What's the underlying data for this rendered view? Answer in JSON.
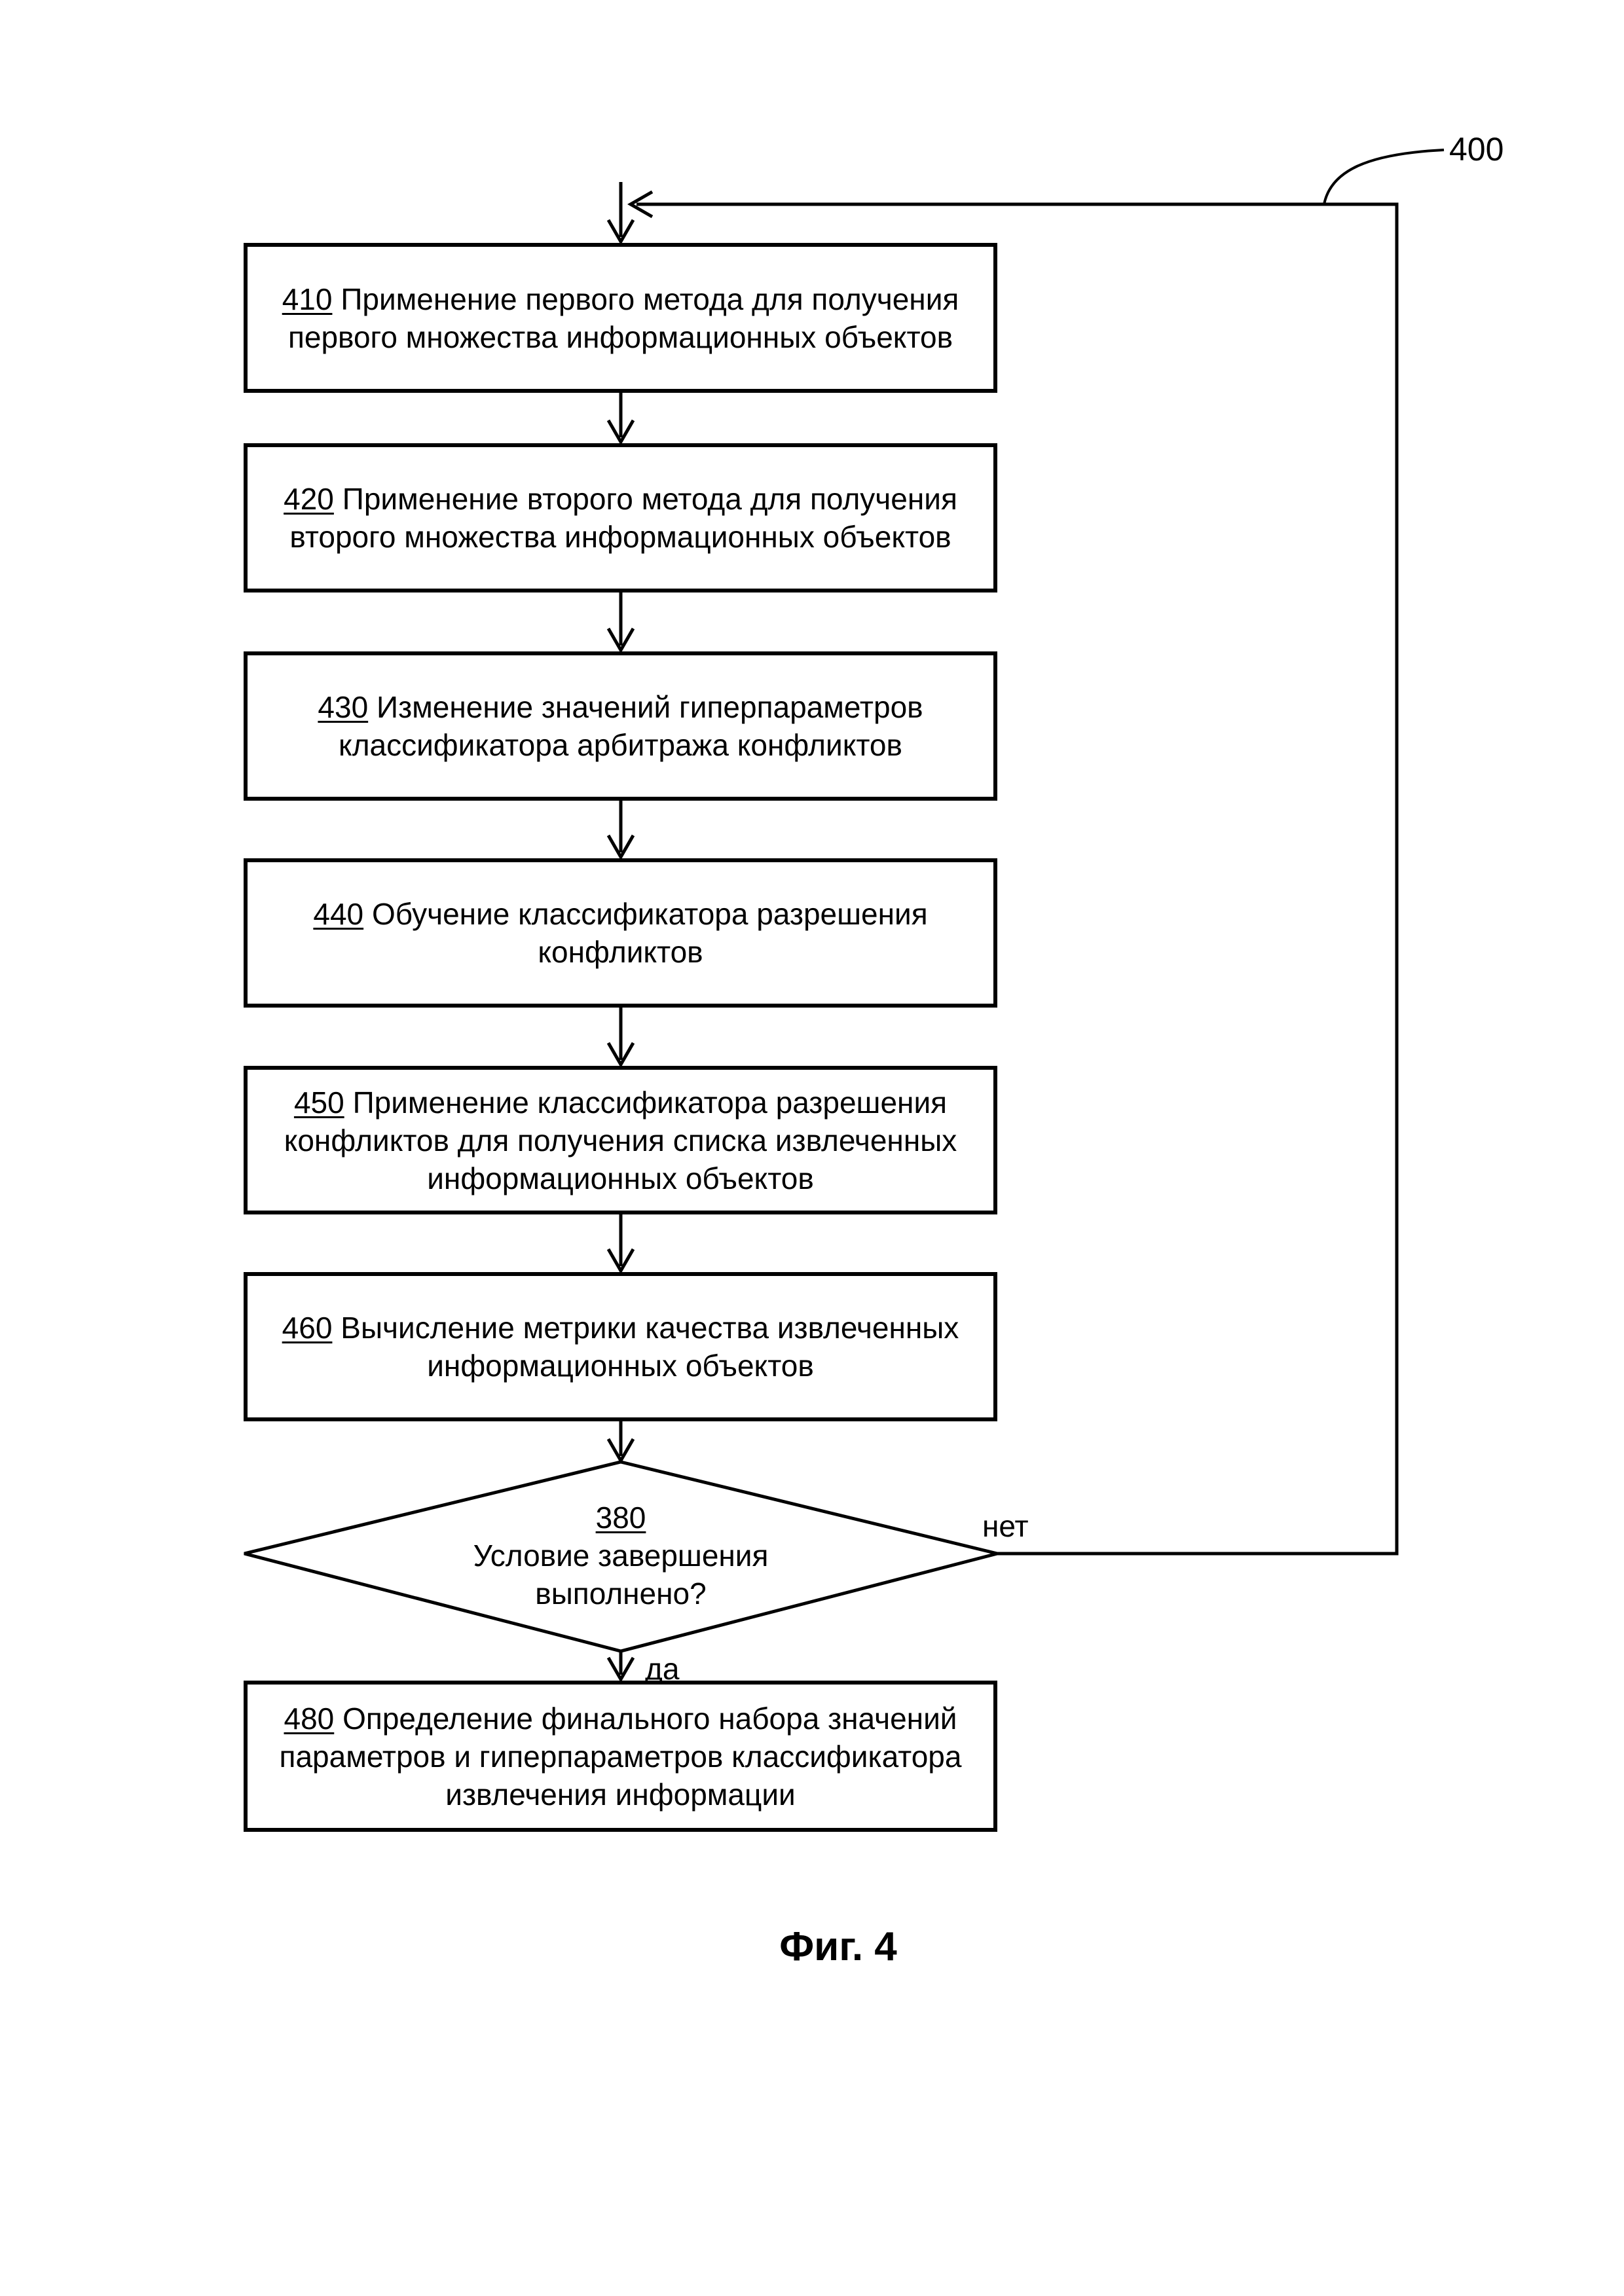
{
  "figure": {
    "ref_label": "400",
    "caption": "Фиг. 4",
    "branch_no_label": "нет",
    "branch_yes_label": "да",
    "steps": [
      {
        "num": "410",
        "text": "Применение первого метода для получения первого множества информационных объектов"
      },
      {
        "num": "420",
        "text": "Применение второго метода для получения второго множества информационных объектов"
      },
      {
        "num": "430",
        "text": "Изменение значений гиперпараметров классификатора арбитража конфликтов"
      },
      {
        "num": "440",
        "text": "Обучение классификатора разрешения конфликтов"
      },
      {
        "num": "450",
        "text": "Применение классификатора разрешения конфликтов для получения списка извлеченных информационных объектов"
      },
      {
        "num": "460",
        "text": "Вычисление метрики качества извлеченных информационных объектов"
      }
    ],
    "decision": {
      "num": "380",
      "line1": "Условие завершения",
      "line2": "выполнено?"
    },
    "final_step": {
      "num": "480",
      "text": "Определение финального набора значений параметров и гиперпараметров классификатора извлечения информации"
    },
    "colors": {
      "ink": "#000000",
      "paper": "#ffffff"
    }
  }
}
